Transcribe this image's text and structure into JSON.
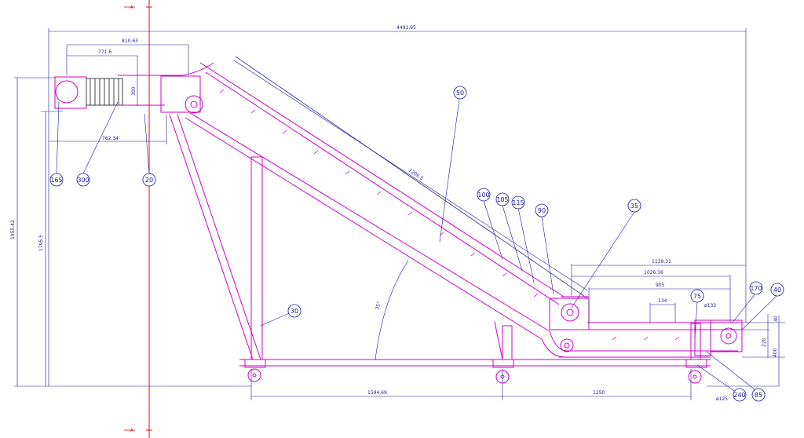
{
  "colors": {
    "structure": "#d000c8",
    "dimension": "#1a1aa0",
    "section_line": "#e01010",
    "outline": "#404040"
  },
  "section_marks": {
    "top": "A",
    "bottom": "A"
  },
  "dimensions": {
    "overall_length": "4491.95",
    "top_span": "810.63",
    "top_inner": "771.6",
    "head_lower": "762.34",
    "head_height": "300",
    "incline_length": "2206.5",
    "total_height": "1955.42",
    "support_height": "1795.5",
    "angle": "35°",
    "right_1": "1139.31",
    "right_2": "1026.36",
    "right_3": "905",
    "right_4": "134",
    "small_pulley": "ø133",
    "right_h1": "40",
    "right_h2": "220",
    "right_h3": "400",
    "base_left": "1594.69",
    "base_right": "1250",
    "wheel": "ø125"
  },
  "callouts": [
    {
      "id": "165"
    },
    {
      "id": "300"
    },
    {
      "id": "20"
    },
    {
      "id": "50"
    },
    {
      "id": "100"
    },
    {
      "id": "105"
    },
    {
      "id": "115"
    },
    {
      "id": "90"
    },
    {
      "id": "35"
    },
    {
      "id": "30"
    },
    {
      "id": "75"
    },
    {
      "id": "170"
    },
    {
      "id": "40"
    },
    {
      "id": "240"
    },
    {
      "id": "85"
    }
  ]
}
